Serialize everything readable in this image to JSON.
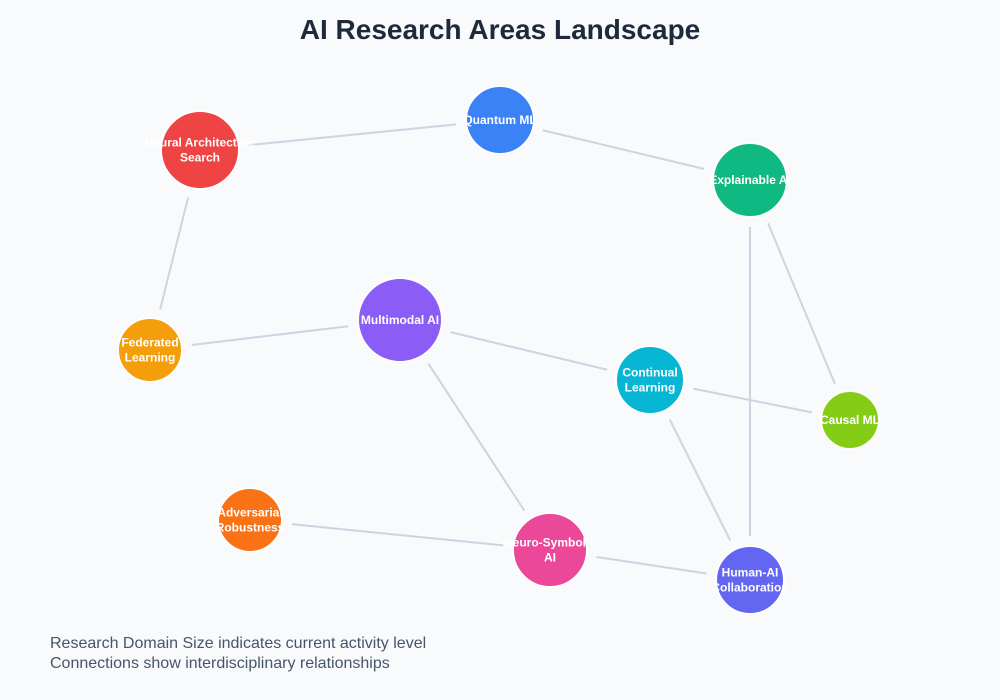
{
  "title": "AI Research Areas Landscape",
  "notes": [
    "Research Domain Size indicates current activity level",
    "Connections show interdisciplinary relationships"
  ],
  "nodes": [
    {
      "id": "nas",
      "lines": [
        "Neural Architecture",
        "Search"
      ],
      "color": "#ef4444",
      "activity": 39
    },
    {
      "id": "qml",
      "lines": [
        "Quantum ML"
      ],
      "color": "#3b82f6",
      "activity": 34
    },
    {
      "id": "xai",
      "lines": [
        "Explainable AI"
      ],
      "color": "#10b981",
      "activity": 37
    },
    {
      "id": "fl",
      "lines": [
        "Federated",
        "Learning"
      ],
      "color": "#f59e0b",
      "activity": 32
    },
    {
      "id": "mm",
      "lines": [
        "Multimodal AI"
      ],
      "color": "#8b5cf6",
      "activity": 42
    },
    {
      "id": "cl",
      "lines": [
        "Continual",
        "Learning"
      ],
      "color": "#06b6d4",
      "activity": 34
    },
    {
      "id": "cml",
      "lines": [
        "Causal ML"
      ],
      "color": "#84cc16",
      "activity": 29
    },
    {
      "id": "adv",
      "lines": [
        "Adversarial",
        "Robustness"
      ],
      "color": "#f97316",
      "activity": 32
    },
    {
      "id": "ns",
      "lines": [
        "Neuro-Symbolic",
        "AI"
      ],
      "color": "#ec4899",
      "activity": 37
    },
    {
      "id": "hai",
      "lines": [
        "Human-AI",
        "Collaboration"
      ],
      "color": "#6366f1",
      "activity": 34
    }
  ],
  "edges": [
    [
      "nas",
      "qml"
    ],
    [
      "qml",
      "xai"
    ],
    [
      "nas",
      "fl"
    ],
    [
      "fl",
      "mm"
    ],
    [
      "mm",
      "cl"
    ],
    [
      "mm",
      "ns"
    ],
    [
      "cl",
      "cml"
    ],
    [
      "cl",
      "hai"
    ],
    [
      "xai",
      "cml"
    ],
    [
      "xai",
      "hai"
    ],
    [
      "adv",
      "ns"
    ],
    [
      "ns",
      "hai"
    ]
  ],
  "edge_color": "#cbd5e1"
}
